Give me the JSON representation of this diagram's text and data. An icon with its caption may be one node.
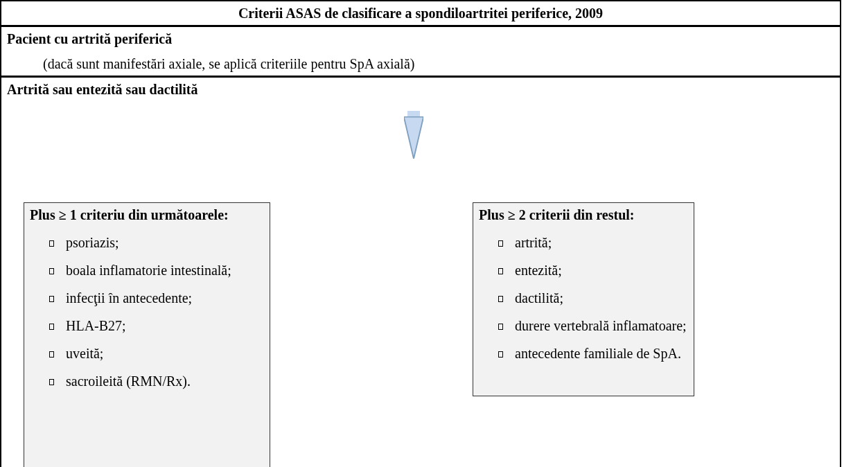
{
  "diagram": {
    "nodes": [
      {
        "text": [
          "Criterii ASAS de clasificare a spondiloartritei periferice, 2009"
        ]
      },
      {
        "text": [
          "Pacient cu artrită periferică",
          "(dacă sunt manifestări axiale, se aplică criteriile pentru SpA axială)"
        ]
      },
      {
        "text": [
          "Artrită sau entezită sau dactilită"
        ]
      },
      {
        "text": [
          "Plus ≥ 1 criteriu din următoarele:",
          "psoriazis;",
          "boala inflamatorie intestinală;",
          "infecţii în antecedente;",
          "HLA-B27;",
          "uveită;",
          "sacroileită (RMN/Rx)."
        ],
        "in": 2
      },
      {
        "text": [
          "Plus ≥ 2 criterii din restul:",
          "artrită;",
          "entezită;",
          "dactilită;",
          "durere vertebrală inflamatoare;",
          "antecedente familiale de SpA."
        ],
        "in": 2
      }
    ]
  }
}
